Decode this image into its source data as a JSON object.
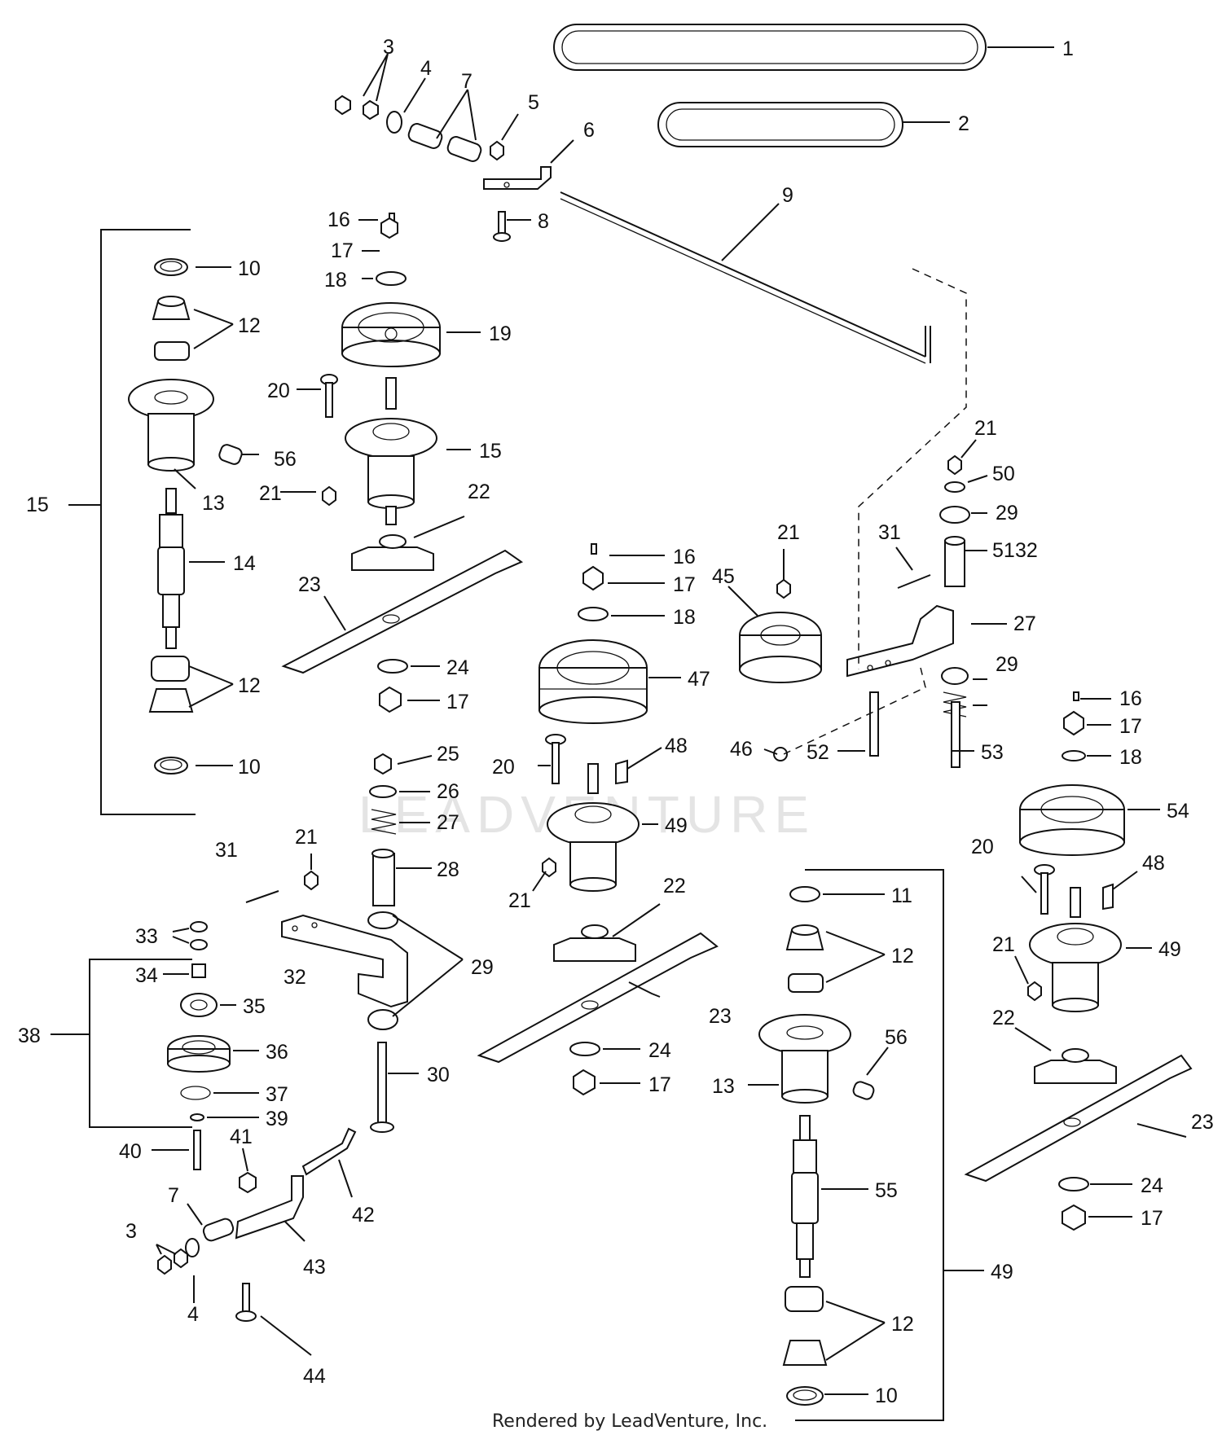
{
  "watermark": "LEADVENTURE",
  "footer": "Rendered by LeadVenture, Inc.",
  "callouts": [
    {
      "id": "c1",
      "text": "1"
    },
    {
      "id": "c2",
      "text": "2"
    },
    {
      "id": "c3a",
      "text": "3"
    },
    {
      "id": "c4a",
      "text": "4"
    },
    {
      "id": "c5",
      "text": "5"
    },
    {
      "id": "c6",
      "text": "6"
    },
    {
      "id": "c7a",
      "text": "7"
    },
    {
      "id": "c8",
      "text": "8"
    },
    {
      "id": "c9",
      "text": "9"
    },
    {
      "id": "c10a",
      "text": "10"
    },
    {
      "id": "c10b",
      "text": "10"
    },
    {
      "id": "c10c",
      "text": "10"
    },
    {
      "id": "c11",
      "text": "11"
    },
    {
      "id": "c12a",
      "text": "12"
    },
    {
      "id": "c12b",
      "text": "12"
    },
    {
      "id": "c12c",
      "text": "12"
    },
    {
      "id": "c12d",
      "text": "12"
    },
    {
      "id": "c13a",
      "text": "13"
    },
    {
      "id": "c13b",
      "text": "13"
    },
    {
      "id": "c14",
      "text": "14"
    },
    {
      "id": "c15a",
      "text": "15"
    },
    {
      "id": "c15b",
      "text": "15"
    },
    {
      "id": "c16a",
      "text": "16"
    },
    {
      "id": "c16b",
      "text": "16"
    },
    {
      "id": "c16c",
      "text": "16"
    },
    {
      "id": "c17a",
      "text": "17"
    },
    {
      "id": "c17b",
      "text": "17"
    },
    {
      "id": "c17c",
      "text": "17"
    },
    {
      "id": "c17d",
      "text": "17"
    },
    {
      "id": "c17e",
      "text": "17"
    },
    {
      "id": "c17f",
      "text": "17"
    },
    {
      "id": "c18a",
      "text": "18"
    },
    {
      "id": "c18b",
      "text": "18"
    },
    {
      "id": "c18c",
      "text": "18"
    },
    {
      "id": "c19",
      "text": "19"
    },
    {
      "id": "c20a",
      "text": "20"
    },
    {
      "id": "c20b",
      "text": "20"
    },
    {
      "id": "c20c",
      "text": "20"
    },
    {
      "id": "c21a",
      "text": "21"
    },
    {
      "id": "c21b",
      "text": "21"
    },
    {
      "id": "c21c",
      "text": "21"
    },
    {
      "id": "c21d",
      "text": "21"
    },
    {
      "id": "c21e",
      "text": "21"
    },
    {
      "id": "c21f",
      "text": "21"
    },
    {
      "id": "c22a",
      "text": "22"
    },
    {
      "id": "c22b",
      "text": "22"
    },
    {
      "id": "c22c",
      "text": "22"
    },
    {
      "id": "c23a",
      "text": "23"
    },
    {
      "id": "c23b",
      "text": "23"
    },
    {
      "id": "c23c",
      "text": "23"
    },
    {
      "id": "c24a",
      "text": "24"
    },
    {
      "id": "c24b",
      "text": "24"
    },
    {
      "id": "c24c",
      "text": "24"
    },
    {
      "id": "c25",
      "text": "25"
    },
    {
      "id": "c26",
      "text": "26"
    },
    {
      "id": "c27a",
      "text": "27"
    },
    {
      "id": "c27b",
      "text": "27"
    },
    {
      "id": "c28",
      "text": "28"
    },
    {
      "id": "c29a",
      "text": "29"
    },
    {
      "id": "c29b",
      "text": "29"
    },
    {
      "id": "c29c",
      "text": "29"
    },
    {
      "id": "c30",
      "text": "30"
    },
    {
      "id": "c31a",
      "text": "31"
    },
    {
      "id": "c31b",
      "text": "31"
    },
    {
      "id": "c32a",
      "text": "32"
    },
    {
      "id": "c32b",
      "text": "32"
    },
    {
      "id": "c33",
      "text": "33"
    },
    {
      "id": "c34",
      "text": "34"
    },
    {
      "id": "c35",
      "text": "35"
    },
    {
      "id": "c36",
      "text": "36"
    },
    {
      "id": "c37",
      "text": "37"
    },
    {
      "id": "c38",
      "text": "38"
    },
    {
      "id": "c39",
      "text": "39"
    },
    {
      "id": "c40",
      "text": "40"
    },
    {
      "id": "c41",
      "text": "41"
    },
    {
      "id": "c42",
      "text": "42"
    },
    {
      "id": "c43",
      "text": "43"
    },
    {
      "id": "c44",
      "text": "44"
    },
    {
      "id": "c3b",
      "text": "3"
    },
    {
      "id": "c4b",
      "text": "4"
    },
    {
      "id": "c7b",
      "text": "7"
    },
    {
      "id": "c45",
      "text": "45"
    },
    {
      "id": "c46",
      "text": "46"
    },
    {
      "id": "c47",
      "text": "47"
    },
    {
      "id": "c48a",
      "text": "48"
    },
    {
      "id": "c48b",
      "text": "48"
    },
    {
      "id": "c49a",
      "text": "49"
    },
    {
      "id": "c49b",
      "text": "49"
    },
    {
      "id": "c49c",
      "text": "49"
    },
    {
      "id": "c50",
      "text": "50"
    },
    {
      "id": "c51",
      "text": "51"
    },
    {
      "id": "c52",
      "text": "52"
    },
    {
      "id": "c53",
      "text": "53"
    },
    {
      "id": "c54",
      "text": "54"
    },
    {
      "id": "c55",
      "text": "55"
    },
    {
      "id": "c56a",
      "text": "56"
    },
    {
      "id": "c56b",
      "text": "56"
    }
  ]
}
